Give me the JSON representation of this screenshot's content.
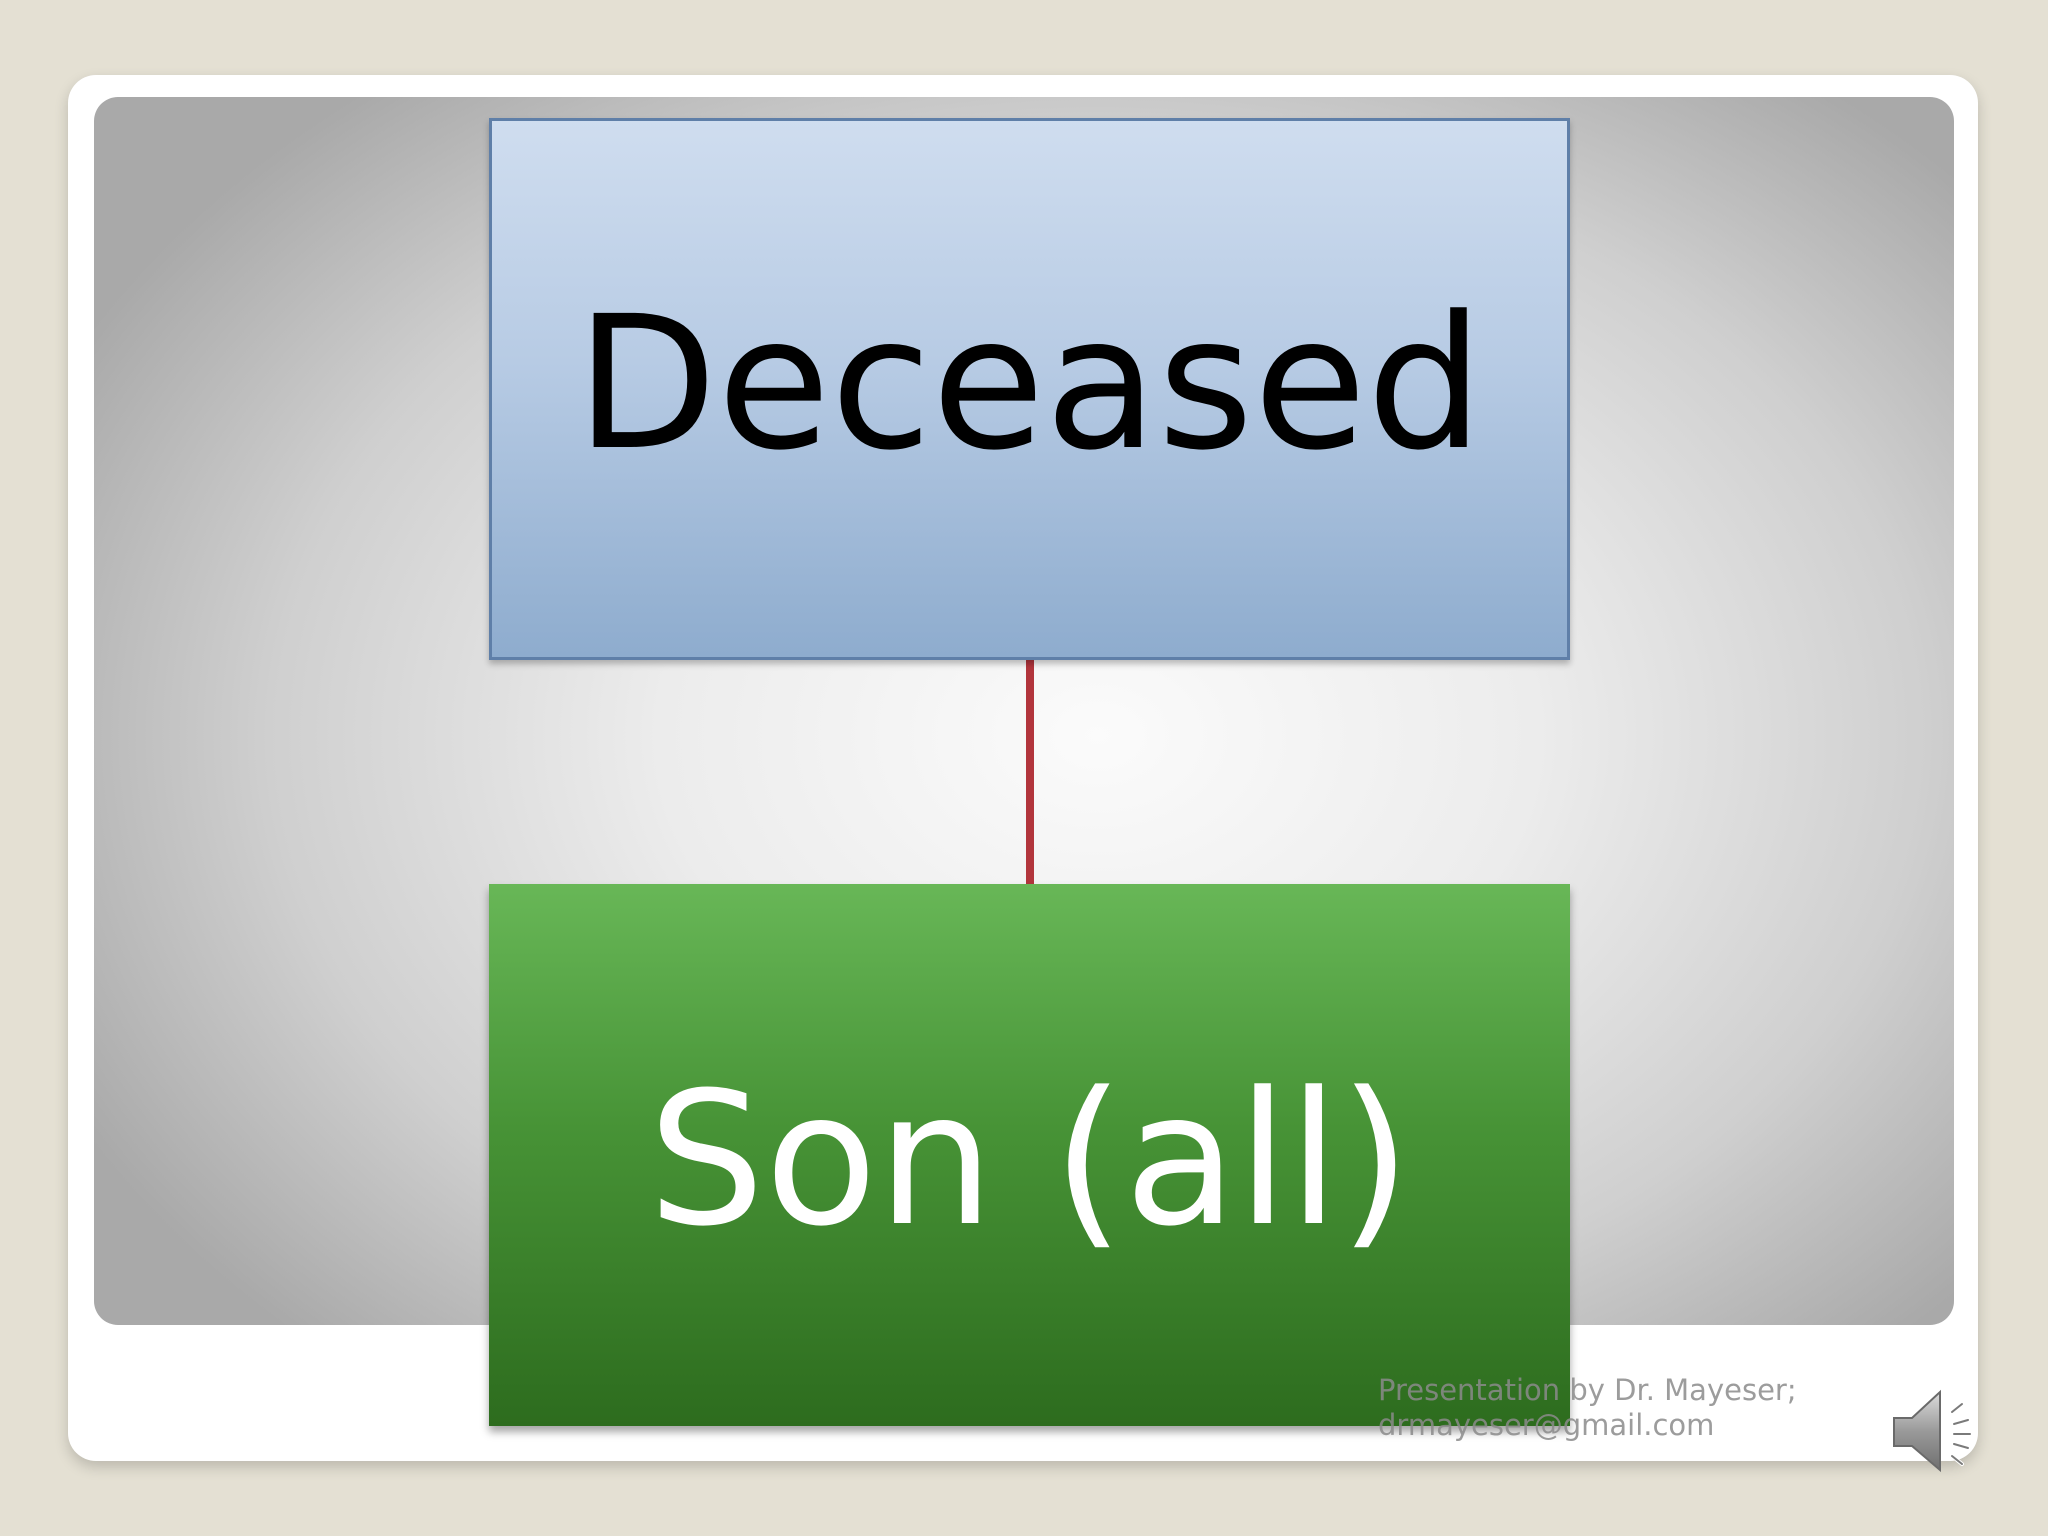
{
  "diagram": {
    "nodes": [
      {
        "id": "deceased",
        "label": "Deceased",
        "fill": "#b7cbe4",
        "text_color": "#000000"
      },
      {
        "id": "son",
        "label": "Son (all)",
        "fill": "#479336",
        "text_color": "#ffffff"
      }
    ],
    "edges": [
      {
        "from": "deceased",
        "to": "son",
        "color": "#b2353c"
      }
    ]
  },
  "footer": {
    "line1": "Presentation by Dr. Mayeser;",
    "line2": "drmayeser@gmail.com"
  },
  "icons": {
    "audio": "speaker-icon"
  }
}
